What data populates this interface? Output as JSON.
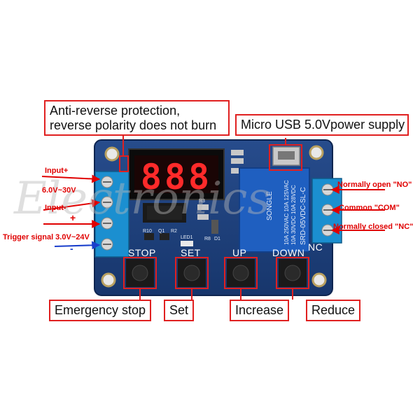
{
  "callouts": {
    "anti_reverse": [
      "Anti-reverse protection,",
      "reverse polarity does not burn"
    ],
    "usb": "Micro USB 5.0Vpower supply",
    "emergency": "Emergency stop",
    "set": "Set",
    "increase": "Increase",
    "reduce": "Reduce"
  },
  "left_labels": {
    "input_plus": "Input+",
    "voltage_range": "6.0V~30V",
    "input_minus": "Input-",
    "plus_sign": "+",
    "trigger": "Trigger signal  3.0V~24V",
    "minus_sign": "-"
  },
  "right_labels": {
    "no": "Normally open \"NO\"",
    "com": "Common \"COM\"",
    "nc": "Normally closed \"NC\""
  },
  "board": {
    "display_digits": "888",
    "button_labels": [
      "STOP",
      "SET",
      "UP",
      "DOWN"
    ],
    "nc_label": "NC",
    "small_labels": [
      "R10",
      "Q1",
      "R2",
      "LED1",
      "R8",
      "D1",
      "R3"
    ],
    "relay_text": [
      "SONGLE",
      "10A 250VAC  10A 125VAC",
      "10A 30VDC  10A 28VDC",
      "SRD-05VDC-SL-C"
    ]
  },
  "watermark": "Electronics",
  "colors": {
    "board": "#1d3f7a",
    "relay": "#1f5fc0",
    "terminal": "#1b8fd0",
    "arrow_red": "#e00000",
    "arrow_blue": "#1a3fcc",
    "callout_border": "#e02020"
  }
}
